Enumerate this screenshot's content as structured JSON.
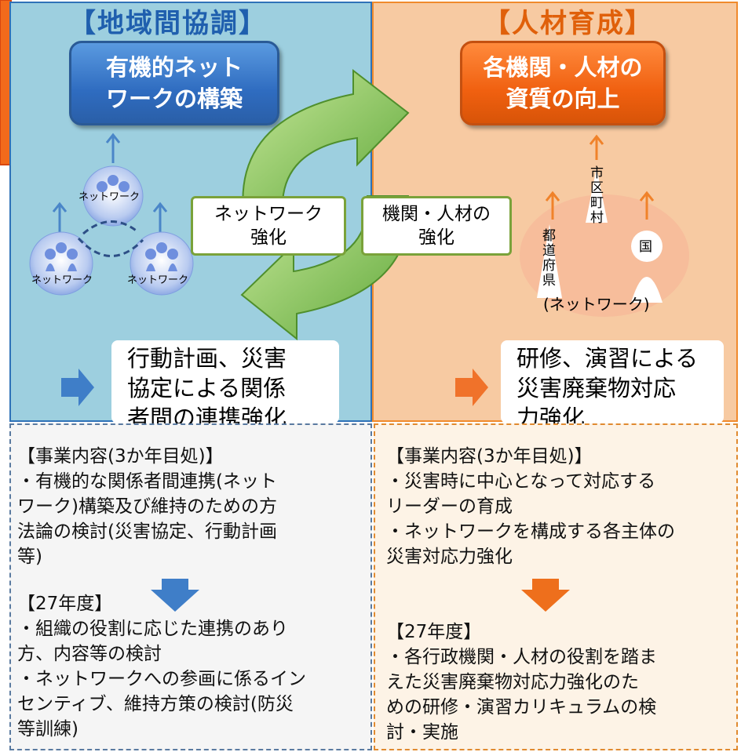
{
  "left": {
    "heading": "【地域間協調】",
    "title": "有機的ネット\nワークの構築",
    "network_labels": [
      "ネットワーク",
      "ネットワーク",
      "ネットワーク"
    ],
    "cycle_label": "ネットワーク\n強化",
    "result": "行動計画、災害\n協定による関係\n者間の連携強化",
    "content_heading": "【事業内容(3か年目処)】",
    "content_body": "・有機的な関係者間連携(ネット\nワーク)構築及び維持のための方\n法論の検討(災害協定、行動計画\n等)",
    "year_heading": "【27年度】",
    "year_body": "・組織の役割に応じた連携のあり\n方、内容等の検討\n・ネットワークへの参画に係るイン\nセンティブ、維持方策の検討(防災\n等訓練)"
  },
  "right": {
    "heading": "【人材育成】",
    "title": "各機関・人材の\n資質の向上",
    "org_labels": [
      "市区町村",
      "都道府県",
      "国"
    ],
    "network_caption": "(ネットワーク)",
    "cycle_label": "機関・人材の\n強化",
    "result": "研修、演習による\n災害廃棄物対応\n力強化",
    "content_heading": "【事業内容(3か年目処)】",
    "content_body": "・災害時に中心となって対応する\nリーダーの育成\n・ネットワークを構成する各主体の\n災害対応力強化",
    "year_heading": "【27年度】",
    "year_body": "・各行政機関・人材の役割を踏ま\nえた災害廃棄物対応力強化のた\nめの研修・演習カリキュラムの検\n討・実施"
  },
  "colors": {
    "blue_accent": "#2f6cc0",
    "orange_accent": "#f06010",
    "green_cycle": "#7bc043",
    "left_bg": "#9dcfdf",
    "right_bg": "#f7caa2"
  }
}
